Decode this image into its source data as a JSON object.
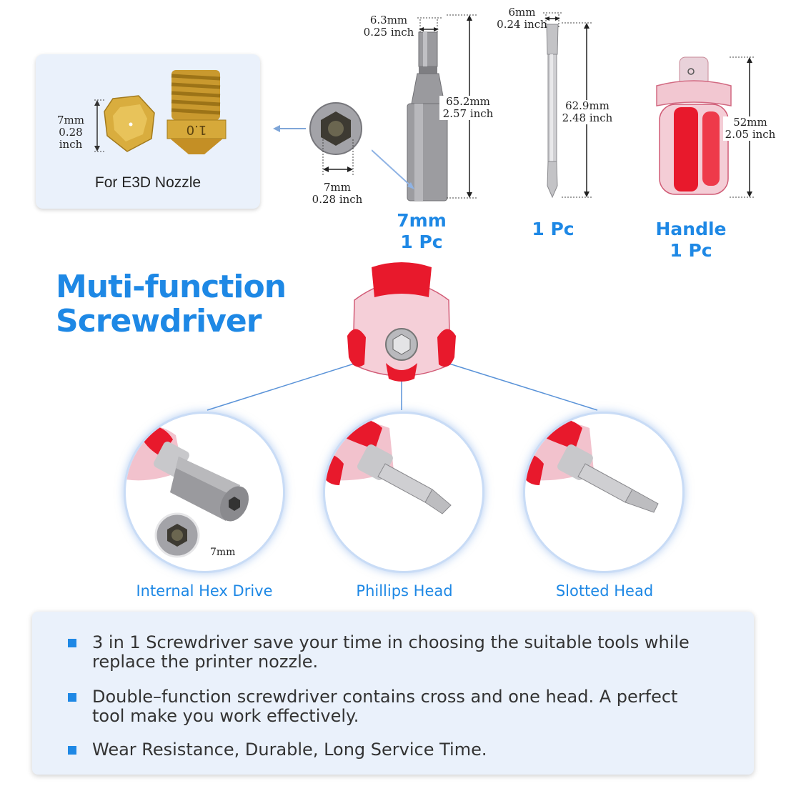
{
  "nozzle": {
    "dim_mm": "7mm",
    "dim_inch": "0.28 inch",
    "thread_label": "1.0",
    "caption": "For E3D Nozzle"
  },
  "socket_end": {
    "dim_mm": "7mm",
    "dim_inch": "0.28 inch"
  },
  "hex_bit": {
    "width_mm": "6.3mm",
    "width_inch": "0.25 inch",
    "length_mm": "65.2mm",
    "length_inch": "2.57 inch",
    "qty_line1": "7mm",
    "qty_line2": "1 Pc"
  },
  "bit": {
    "width_mm": "6mm",
    "width_inch": "0.24 inch",
    "length_mm": "62.9mm",
    "length_inch": "2.48 inch",
    "qty": "1 Pc"
  },
  "handle": {
    "length_mm": "52mm",
    "length_inch": "2.05 inch",
    "qty_line1": "Handle",
    "qty_line2": "1 Pc"
  },
  "headline": {
    "line1": "Muti-function",
    "line2": "Screwdriver"
  },
  "modes": [
    {
      "caption": "Internal Hex Drive",
      "inset_label": "7mm"
    },
    {
      "caption": "Phillips Head"
    },
    {
      "caption": "Slotted Head"
    }
  ],
  "features": [
    "3 in 1 Screwdriver save your time in choosing the suitable tools while replace the printer nozzle.",
    "Double–function screwdriver contains cross and one head. A perfect tool make you work effectively.",
    "Wear Resistance, Durable, Long Service Time."
  ],
  "colors": {
    "accent": "#1e88e5",
    "card": "#eaf1fb",
    "handle_red": "#e8192c",
    "metal": "#8e8e92",
    "brass": "#d4a73a"
  }
}
